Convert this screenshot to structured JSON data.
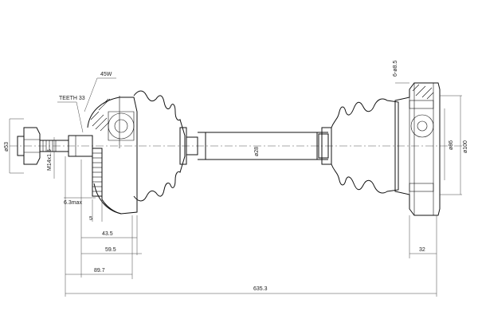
{
  "labels": {
    "angle": "45W",
    "teeth": "TEETH 33",
    "bolt_holes": "6-ø8.5",
    "thread": "M14x1.5",
    "d_hub_left": "ø53",
    "d_shaft": "ø28",
    "d_flange_outer": "ø100",
    "d_flange_inner": "ø86",
    "offset": "6.3max",
    "dim_5": "5",
    "dim_43_5": "43.5",
    "dim_59_5": "59.5",
    "dim_89_7": "89.7",
    "dim_635_3": "635.3",
    "dim_32": "32"
  }
}
